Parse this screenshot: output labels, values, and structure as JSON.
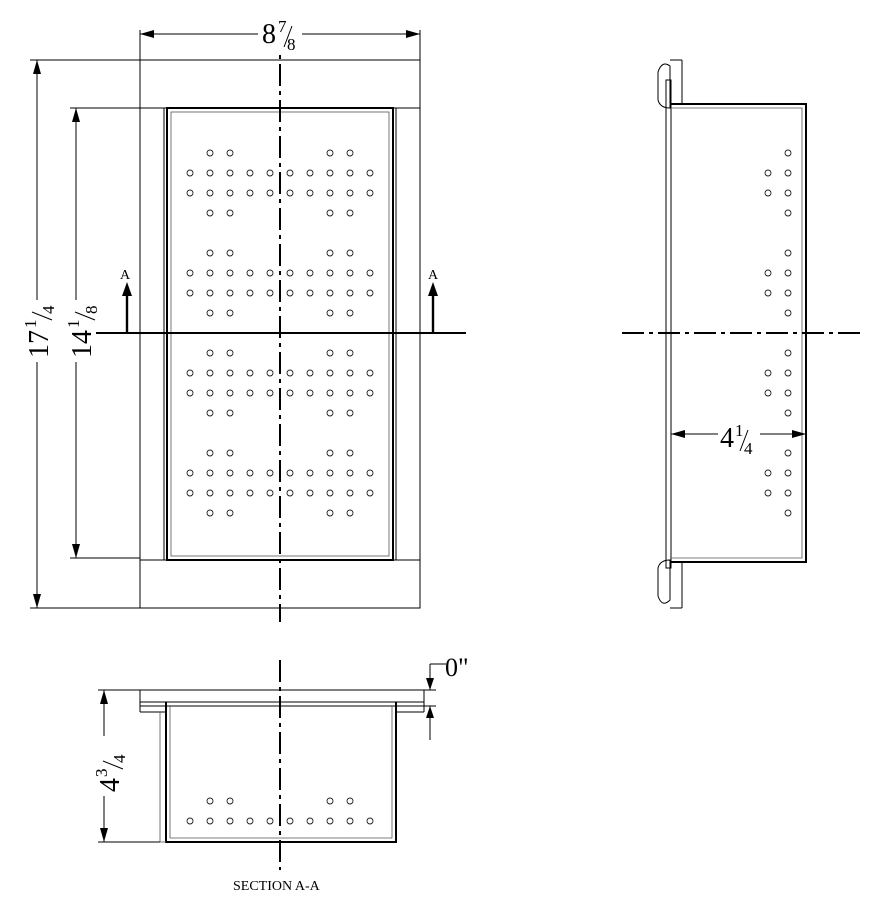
{
  "dimensions": {
    "overall_width": {
      "whole": "8",
      "num": "7",
      "den": "8"
    },
    "overall_length": {
      "whole": "17",
      "num": "1",
      "den": "4"
    },
    "inner_length": {
      "whole": "14",
      "num": "1",
      "den": "8"
    },
    "side_depth": {
      "whole": "4",
      "num": "1",
      "den": "4"
    },
    "section_depth": {
      "whole": "4",
      "num": "3",
      "den": "4"
    },
    "flange_offset": "0\""
  },
  "section_markers": {
    "left": "A",
    "right": "A"
  },
  "section_caption": "SECTION A-A"
}
